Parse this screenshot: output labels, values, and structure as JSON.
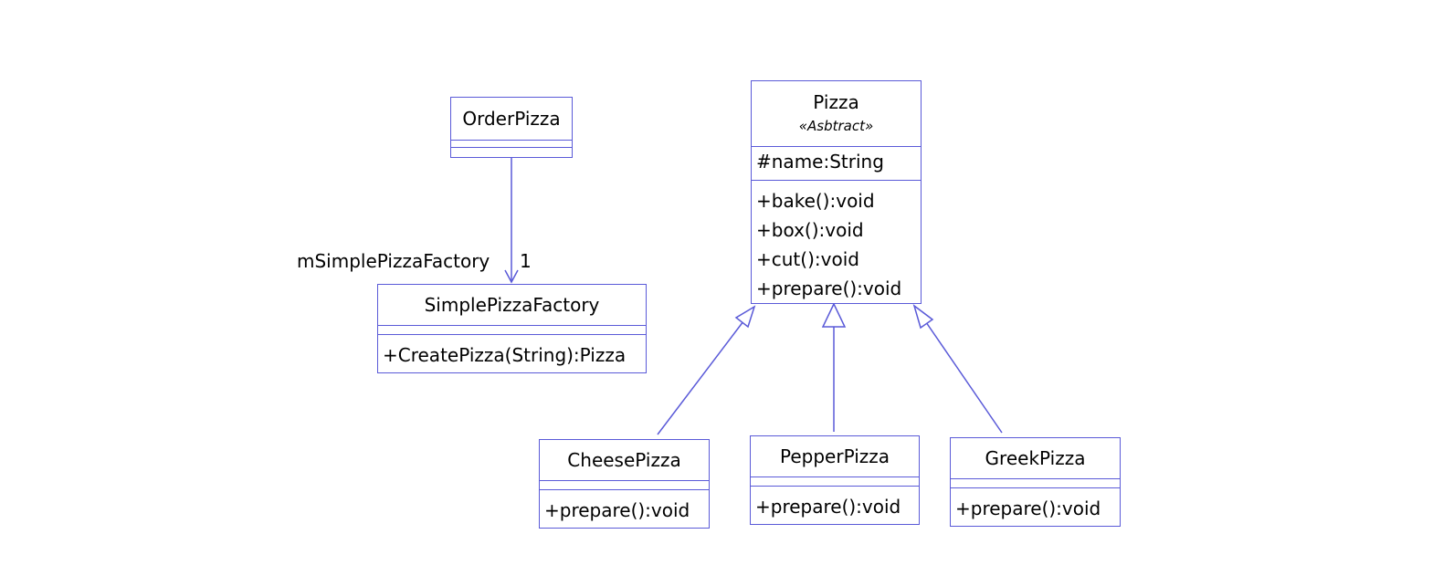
{
  "classes": {
    "order_pizza": {
      "name": "OrderPizza"
    },
    "simple_factory": {
      "name": "SimplePizzaFactory",
      "methods": [
        "+CreatePizza(String):Pizza"
      ]
    },
    "pizza": {
      "name": "Pizza",
      "stereotype": "«Asbtract»",
      "attributes": [
        "#name:String"
      ],
      "methods": [
        "+bake():void",
        "+box():void",
        "+cut():void",
        "+prepare():void"
      ]
    },
    "cheese": {
      "name": "CheesePizza",
      "methods": [
        "+prepare():void"
      ]
    },
    "pepper": {
      "name": "PepperPizza",
      "methods": [
        "+prepare():void"
      ]
    },
    "greek": {
      "name": "GreekPizza",
      "methods": [
        "+prepare():void"
      ]
    }
  },
  "association": {
    "role": "mSimplePizzaFactory",
    "multiplicity": "1"
  },
  "colors": {
    "line": "#5a5ad8"
  }
}
